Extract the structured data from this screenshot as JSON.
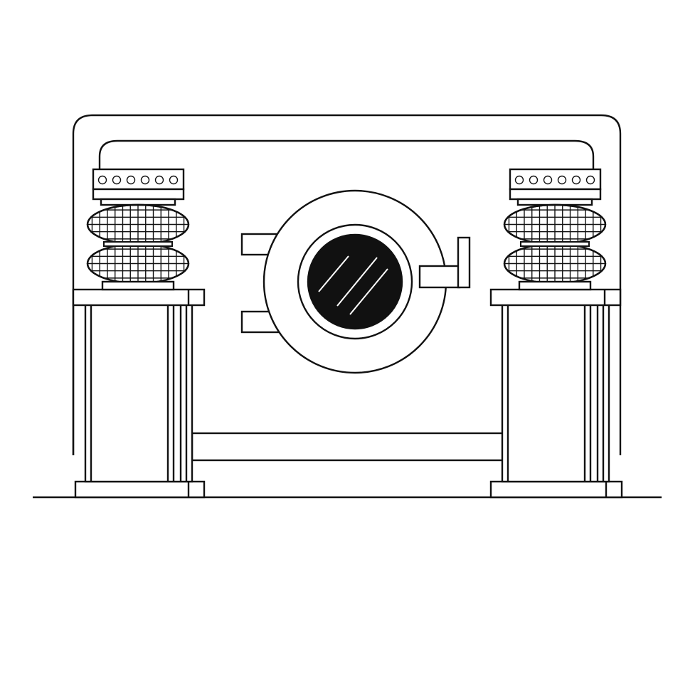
{
  "figure": {
    "type": "line-drawing",
    "subject": "machine-frame-with-air-spring-isolators",
    "colors": {
      "stroke": "#111111",
      "background": "#ffffff",
      "window": "#111111",
      "glare": "#ffffff"
    },
    "components": [
      {
        "name": "outer-frame",
        "icon": "frame-icon"
      },
      {
        "name": "left-air-spring",
        "icon": "bellows-icon",
        "bolt_count": 6,
        "convolutions": 2
      },
      {
        "name": "right-air-spring",
        "icon": "bellows-icon",
        "bolt_count": 6,
        "convolutions": 2
      },
      {
        "name": "left-support-column",
        "icon": "column-icon"
      },
      {
        "name": "right-support-column",
        "icon": "column-icon"
      },
      {
        "name": "chamber-door",
        "icon": "porthole-icon"
      },
      {
        "name": "door-hinges",
        "icon": "hinge-icon",
        "count": 2
      },
      {
        "name": "door-handle",
        "icon": "handle-icon"
      },
      {
        "name": "cross-beam",
        "icon": "beam-icon"
      },
      {
        "name": "ground-line",
        "icon": "floor-icon"
      }
    ]
  }
}
